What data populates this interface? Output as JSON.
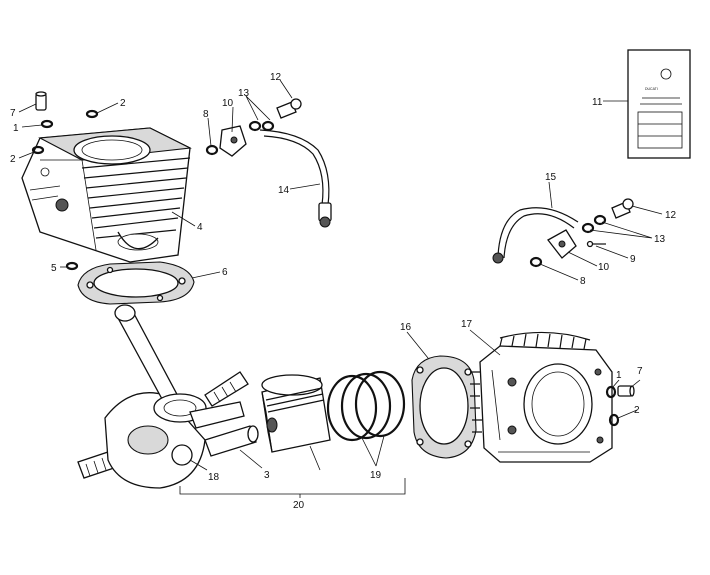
{
  "diagram": {
    "callouts": {
      "c1_left": "1",
      "c1_right": "1",
      "c2_top": "2",
      "c2_left": "2",
      "c2_right": "2",
      "c3": "3",
      "c4": "4",
      "c5": "5",
      "c6": "6",
      "c7_left": "7",
      "c7_right": "7",
      "c8_left": "8",
      "c8_right": "8",
      "c9": "9",
      "c10_left": "10",
      "c10_right": "10",
      "c11": "11",
      "c12_left": "12",
      "c12_right": "12",
      "c13_left": "13",
      "c13_right": "13",
      "c14": "14",
      "c15": "15",
      "c16": "16",
      "c17": "17",
      "c18": "18",
      "c19": "19",
      "c20": "20"
    },
    "manual": {
      "brand": "DUCATI"
    }
  }
}
